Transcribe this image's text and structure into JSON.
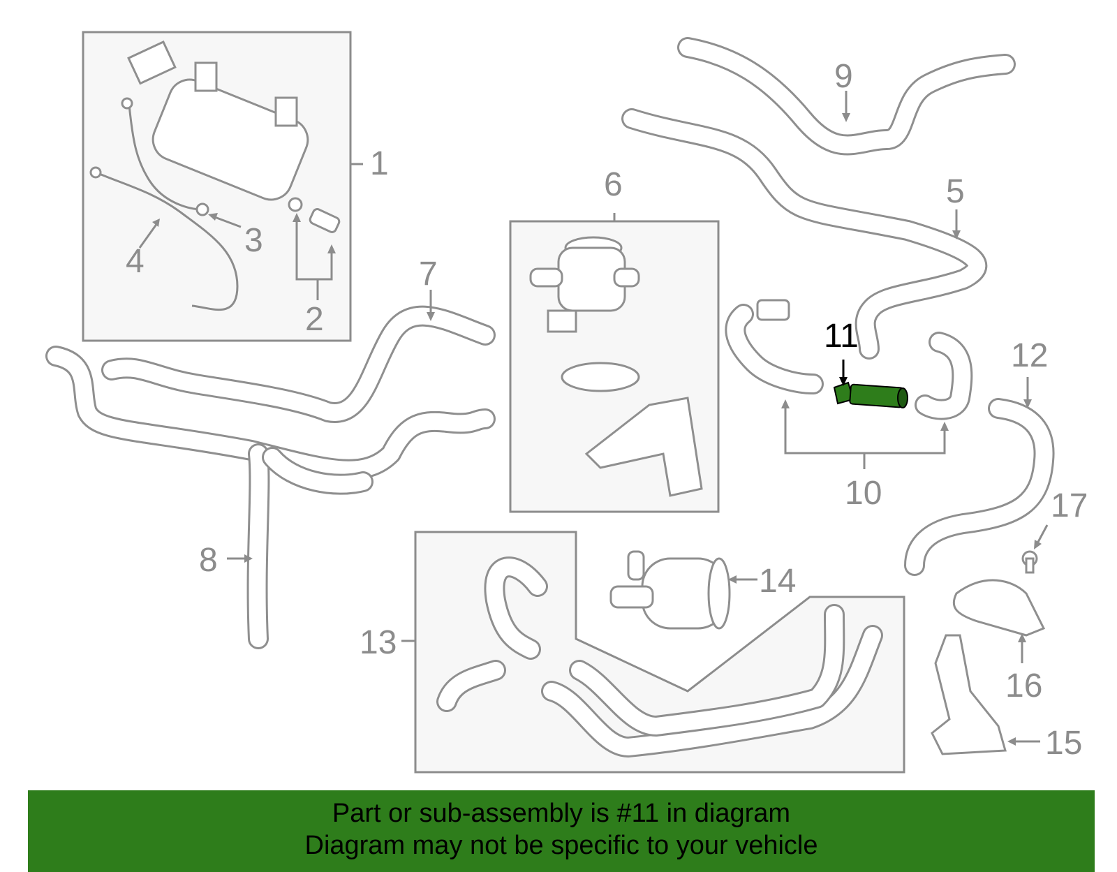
{
  "callouts": {
    "c1": "1",
    "c2": "2",
    "c3": "3",
    "c4": "4",
    "c5": "5",
    "c6": "6",
    "c7": "7",
    "c8": "8",
    "c9": "9",
    "c10": "10",
    "c11": "11",
    "c12": "12",
    "c13": "13",
    "c14": "14",
    "c15": "15",
    "c16": "16",
    "c17": "17"
  },
  "highlight": {
    "part": "11",
    "color": "#2e7d1b"
  },
  "banner": {
    "line1": "Part or sub-assembly is #11 in diagram",
    "line2": "Diagram may not be specific to your vehicle",
    "background": "#2e7d1b"
  }
}
